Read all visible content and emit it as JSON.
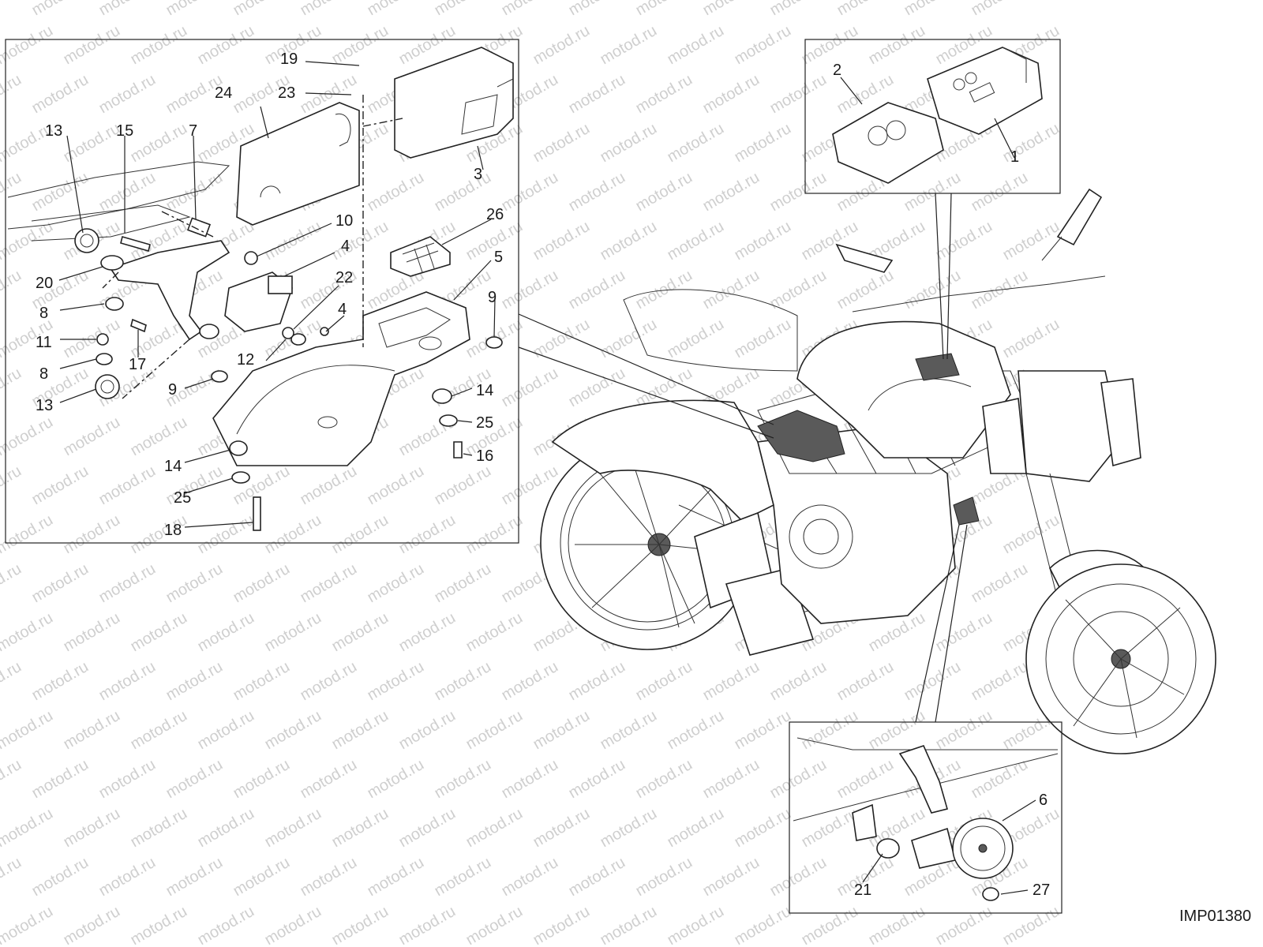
{
  "watermark": {
    "text": "motod.ru",
    "color": "#cfcfcf"
  },
  "reference_code": "IMP01380",
  "insets": {
    "main": {
      "callouts": [
        "19",
        "24",
        "23",
        "3",
        "13",
        "15",
        "7",
        "10",
        "4",
        "26",
        "5",
        "20",
        "22",
        "9",
        "8",
        "4",
        "11",
        "17",
        "12",
        "14",
        "25",
        "16",
        "8",
        "9",
        "13",
        "14",
        "25",
        "18"
      ]
    },
    "ecu": {
      "callouts": [
        "2",
        "1"
      ]
    },
    "horn": {
      "callouts": [
        "6",
        "21",
        "27"
      ]
    }
  },
  "colors": {
    "line": "#222222",
    "shaded": "#5a5a5a",
    "background": "#ffffff"
  }
}
